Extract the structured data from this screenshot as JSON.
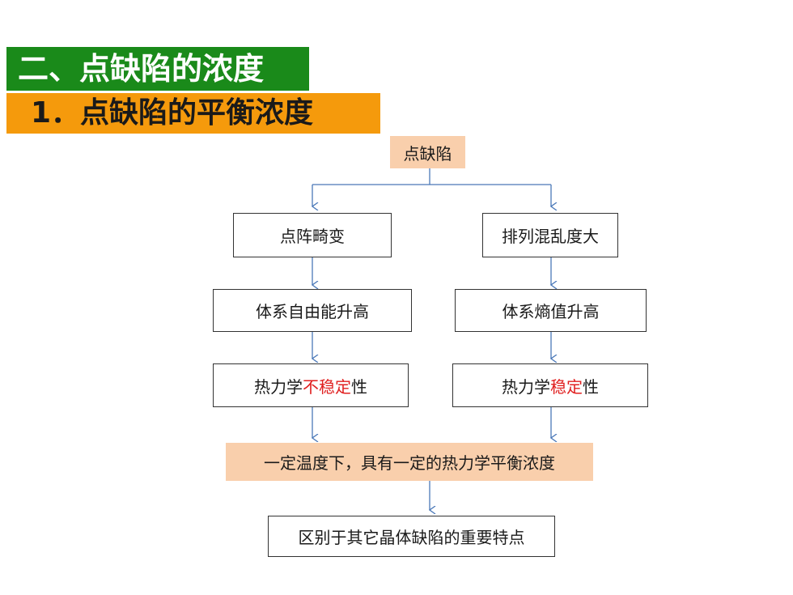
{
  "headers": {
    "section": "二、点缺陷的浓度",
    "subsection": "1．点缺陷的平衡浓度"
  },
  "flow": {
    "root": "点缺陷",
    "left": {
      "step1": "点阵畸变",
      "step2": "体系自由能升高",
      "step3_pre": "热力学",
      "step3_red": "不稳定",
      "step3_post": "性"
    },
    "right": {
      "step1": "排列混乱度大",
      "step2": "体系熵值升高",
      "step3_pre": "热力学",
      "step3_red": "稳定",
      "step3_post": "性"
    },
    "merge": "一定温度下，具有一定的热力学平衡浓度",
    "final": "区别于其它晶体缺陷的重要特点"
  },
  "colors": {
    "green_header": "#1a8a1a",
    "orange_header": "#f59a0c",
    "highlight_fill": "#f9cfac",
    "arrow": "#4a78b8",
    "emphasis": "#e02020"
  }
}
